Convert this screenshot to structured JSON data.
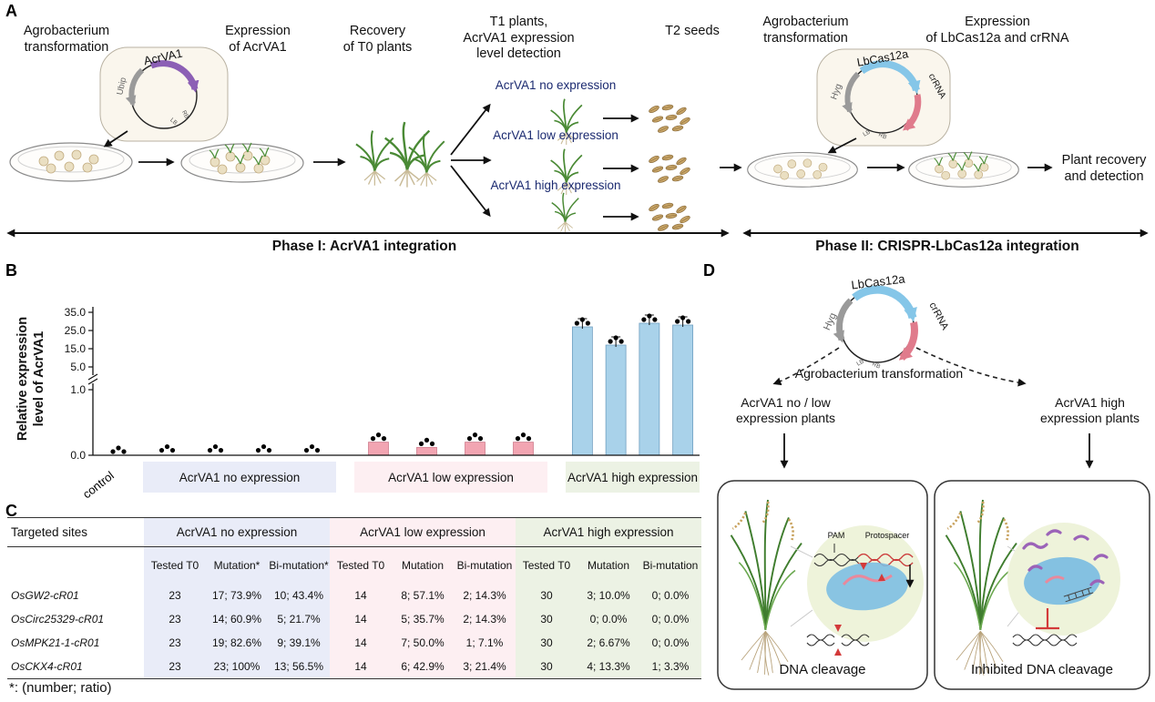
{
  "panel_labels": {
    "a": "A",
    "b": "B",
    "c": "C",
    "d": "D"
  },
  "phase1": {
    "agro_label": "Agrobacterium\ntransformation",
    "expression_label": "Expression\nof AcrVA1",
    "recovery_label": "Recovery\nof T0 plants",
    "t1_label": "T1 plants,\nAcrVA1 expression\nlevel detection",
    "t2_label": "T2 seeds",
    "branches": [
      "AcrVA1 no expression",
      "AcrVA1 low expression",
      "AcrVA1 high expression"
    ],
    "phase_caption": "Phase I:  AcrVA1 integration"
  },
  "phase2": {
    "agro_label": "Agrobacterium\ntransformation",
    "expression_label": "Expression\nof LbCas12a and crRNA",
    "recovery_label": "Plant recovery\nand detection",
    "phase_caption": "Phase II: CRISPR-LbCas12a integration"
  },
  "plasmid_acrva1": {
    "gene": "AcrVA1",
    "promoter": "Ubip",
    "lb": "LB",
    "rb": "RB"
  },
  "plasmid_cas12a": {
    "gene": "LbCas12a",
    "crrna": "crRNA",
    "marker": "Hyg",
    "lb": "LB",
    "rb": "RB"
  },
  "chart_data": {
    "type": "bar",
    "ylabel": "Relative expression\nlevel of AcrVA1",
    "x_first_label": "control",
    "axis_break_between": [
      1,
      5
    ],
    "y_ticks": {
      "values": [
        0,
        1,
        5,
        15,
        25,
        35
      ],
      "labels": [
        "0.0",
        "1.0",
        "5.0",
        "15.0",
        "25.0",
        "35.0"
      ]
    },
    "points_per_bar": 3,
    "groups": [
      {
        "label": "AcrVA1 no expression",
        "bar_color": "#b9c2e4",
        "edge": "#8a94c4",
        "bg": "#e9ecf8",
        "values": [
          0.02,
          0.02,
          0.02,
          0.02
        ]
      },
      {
        "label": "AcrVA1 low expression",
        "bar_color": "#f2a5b2",
        "edge": "#cf7d8e",
        "bg": "#fdeff2",
        "values": [
          0.2,
          0.12,
          0.2,
          0.2
        ]
      },
      {
        "label": "AcrVA1 high expression",
        "bar_color": "#a9d2ea",
        "edge": "#6f9fc0",
        "bg": "#ecf2e4",
        "values": [
          27,
          17,
          29,
          28
        ]
      }
    ],
    "control_value": 0.02
  },
  "table": {
    "col0_header": "Targeted sites",
    "group_headers": [
      "AcrVA1 no expression",
      "AcrVA1 low expression",
      "AcrVA1 high expression"
    ],
    "sub_headers": [
      [
        "Tested T0",
        "Mutation*",
        "Bi-mutation*"
      ],
      [
        "Tested T0",
        "Mutation",
        "Bi-mutation"
      ],
      [
        "Tested T0",
        "Mutation",
        "Bi-mutation"
      ]
    ],
    "rows": [
      {
        "site": "OsGW2-cR01",
        "cells": [
          "23",
          "17; 73.9%",
          "10; 43.4%",
          "14",
          "8; 57.1%",
          "2; 14.3%",
          "30",
          "3; 10.0%",
          "0; 0.0%"
        ]
      },
      {
        "site": "OsCirc25329-cR01",
        "cells": [
          "23",
          "14; 60.9%",
          "5; 21.7%",
          "14",
          "5; 35.7%",
          "2; 14.3%",
          "30",
          "0; 0.0%",
          "0; 0.0%"
        ]
      },
      {
        "site": "OsMPK21-1-cR01",
        "cells": [
          "23",
          "19; 82.6%",
          "9; 39.1%",
          "14",
          "7; 50.0%",
          "1; 7.1%",
          "30",
          "2; 6.67%",
          "0; 0.0%"
        ]
      },
      {
        "site": "OsCKX4-cR01",
        "cells": [
          "23",
          "23; 100%",
          "13; 56.5%",
          "14",
          "6; 42.9%",
          "3; 21.4%",
          "30",
          "4; 13.3%",
          "1; 3.3%"
        ]
      }
    ],
    "footnote": "*: (number; ratio)"
  },
  "panel_d": {
    "plasmid": {
      "gene": "LbCas12a",
      "crrna": "crRNA",
      "marker": "Hyg",
      "lb": "LB",
      "rb": "RB"
    },
    "agro_label": "Agrobacterium transformation",
    "left_branch_label": "AcrVA1 no / low\nexpression plants",
    "right_branch_label": "AcrVA1 high\nexpression plants",
    "pam_label": "PAM",
    "protospacer_label": "Protospacer",
    "left_caption": "DNA cleavage",
    "right_caption": "Inhibited DNA cleavage"
  }
}
